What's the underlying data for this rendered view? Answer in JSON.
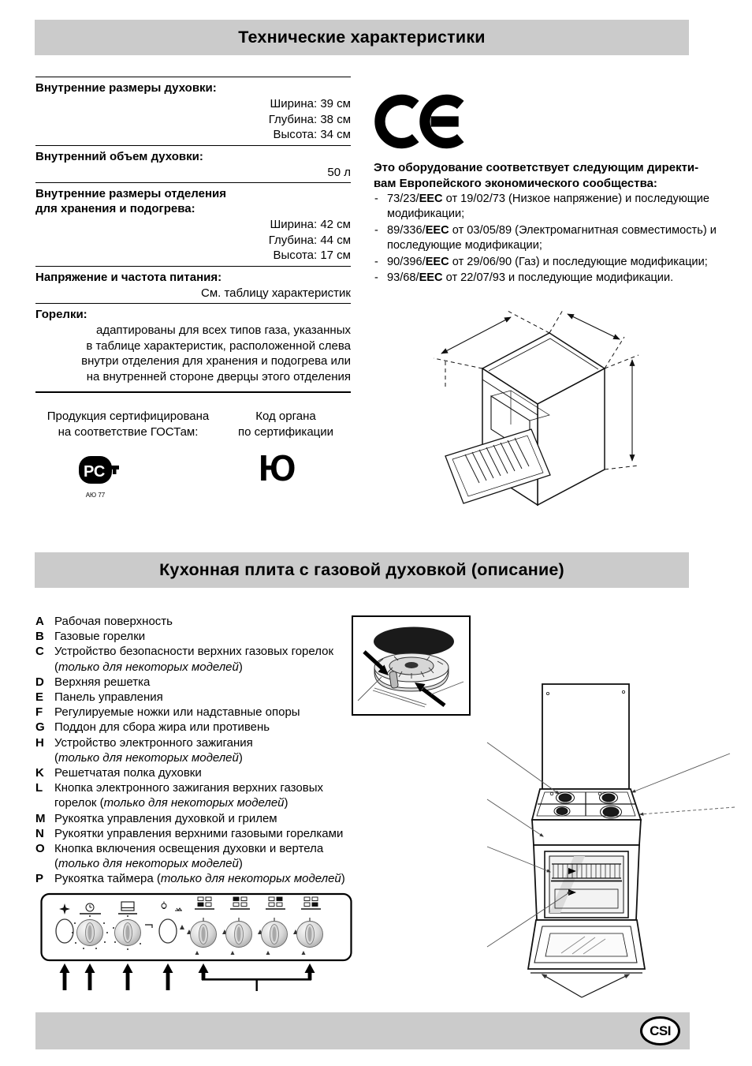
{
  "colors": {
    "header_bg": "#cbcbcb",
    "footer_bg": "#cbcbcb",
    "ink": "#000000"
  },
  "header1": {
    "title": "Технические характеристики"
  },
  "header2": {
    "title": "Кухонная плита с газовой духовкой (описание)"
  },
  "specs": {
    "sections": [
      {
        "heading": [
          "Внутренние размеры духовки:"
        ],
        "values": [
          "Ширина: 39 см",
          "Глубина: 38 см",
          "Высота: 34 см"
        ]
      },
      {
        "heading": [
          "Внутренний объем духовки:"
        ],
        "values": [
          "50 л"
        ]
      },
      {
        "heading": [
          "Внутренние размеры отделения",
          "для хранения и подогрева:"
        ],
        "values": [
          "Ширина: 42 см",
          "Глубина: 44 см",
          "Высота: 17 см"
        ]
      },
      {
        "heading": [
          "Напряжение и частота питания:"
        ],
        "values": [
          "См. таблицу характеристик"
        ]
      },
      {
        "heading": [
          "Горелки:"
        ],
        "values": [
          "адаптированы для всех типов газа, указанных",
          "в таблице характеристик, расположенной слева",
          "внутри отделения для хранения и подогрева или",
          "на внутренней стороне дверцы этого отделения"
        ]
      }
    ]
  },
  "certification": {
    "left": [
      "Продукция сертифицирована",
      "на соответствие ГОСТам:"
    ],
    "right": [
      "Код органа",
      "по сертификации"
    ],
    "rst_code": "АЮ 77",
    "yu_mark": "Ю"
  },
  "ce_block": {
    "mark": "CE",
    "bullet": "-",
    "intro": [
      "Это оборудование соответствует следующим директи-",
      "вам Европейского экономического сообщества:"
    ],
    "directives": [
      {
        "pre": "73/23/",
        "bold": "EEC",
        "rest": " от 19/02/73 (Низкое напряжение) и последующие модификации;"
      },
      {
        "pre": "89/336/",
        "bold": "EEC",
        "rest": " от 03/05/89 (Электромагнитная совместимость) и последующие модификации;"
      },
      {
        "pre": "90/396/",
        "bold": "EEC",
        "rest": " от 29/06/90 (Газ) и последующие модификации;"
      },
      {
        "pre": "93/68/",
        "bold": "EEC",
        "rest": " от 22/07/93 и последующие модификации."
      }
    ]
  },
  "parts": {
    "items": [
      {
        "letter": "A",
        "lines": [
          [
            {
              "r": "Рабочая поверхность"
            }
          ]
        ]
      },
      {
        "letter": "B",
        "lines": [
          [
            {
              "r": "Газовые горелки"
            }
          ]
        ]
      },
      {
        "letter": "C",
        "lines": [
          [
            {
              "r": "Устройство безопасности верхних газовых горелок"
            }
          ],
          [
            {
              "r": "("
            },
            {
              "i": "только для некоторых моделей"
            },
            {
              "r": ")"
            }
          ]
        ]
      },
      {
        "letter": "D",
        "lines": [
          [
            {
              "r": "Верхняя решетка"
            }
          ]
        ]
      },
      {
        "letter": "E",
        "lines": [
          [
            {
              "r": "Панель управления"
            }
          ]
        ]
      },
      {
        "letter": "F",
        "lines": [
          [
            {
              "r": "Регулируемые ножки или надставные опоры"
            }
          ]
        ]
      },
      {
        "letter": "G",
        "lines": [
          [
            {
              "r": "Поддон для сбора жира или противень"
            }
          ]
        ]
      },
      {
        "letter": "H",
        "lines": [
          [
            {
              "r": "Устройство электронного зажигания"
            }
          ],
          [
            {
              "r": "("
            },
            {
              "i": "только для некоторых моделей"
            },
            {
              "r": ")"
            }
          ]
        ]
      },
      {
        "letter": "K",
        "lines": [
          [
            {
              "r": "Решетчатая полка духовки"
            }
          ]
        ]
      },
      {
        "letter": "L",
        "lines": [
          [
            {
              "r": "Кнопка электронного зажигания верхних газовых"
            }
          ],
          [
            {
              "r": "горелок ("
            },
            {
              "i": "только для некоторых моделей"
            },
            {
              "r": ")"
            }
          ]
        ]
      },
      {
        "letter": "M",
        "lines": [
          [
            {
              "r": "Рукоятка управления духовкой и грилем"
            }
          ]
        ]
      },
      {
        "letter": "N",
        "lines": [
          [
            {
              "r": "Рукоятки управления верхними газовыми горелками"
            }
          ]
        ]
      },
      {
        "letter": "O",
        "lines": [
          [
            {
              "r": "Кнопка включения освещения духовки и вертела"
            }
          ],
          [
            {
              "r": "("
            },
            {
              "i": "только для некоторых моделей"
            },
            {
              "r": ")"
            }
          ]
        ]
      },
      {
        "letter": "P",
        "lines": [
          [
            {
              "r": "Рукоятка таймера ("
            },
            {
              "i": "только для некоторых моделей"
            },
            {
              "r": ")"
            }
          ]
        ]
      }
    ]
  },
  "footer": {
    "logo": "CSI"
  }
}
